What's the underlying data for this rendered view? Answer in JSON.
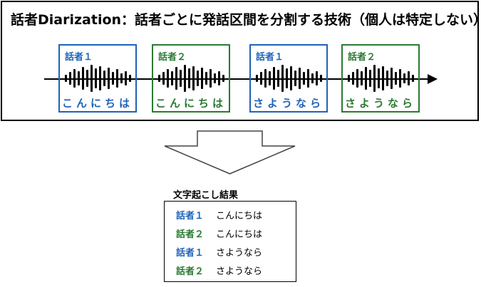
{
  "title": "話者Diarization：話者ごとに発話区間を分割する技術（個人は特定しない）",
  "colors": {
    "speaker1": "#1f63b8",
    "speaker2": "#2a7a32"
  },
  "segments": [
    {
      "speaker": "話者１",
      "text": "こんにちは",
      "color": "blue"
    },
    {
      "speaker": "話者２",
      "text": "こんにちは",
      "color": "green"
    },
    {
      "speaker": "話者１",
      "text": "さようなら",
      "color": "blue"
    },
    {
      "speaker": "話者２",
      "text": "さようなら",
      "color": "green"
    }
  ],
  "transcript": {
    "label": "文字起こし結果",
    "rows": [
      {
        "speaker": "話者１",
        "text": "こんにちは",
        "color": "blue"
      },
      {
        "speaker": "話者２",
        "text": "こんにちは",
        "color": "green"
      },
      {
        "speaker": "話者１",
        "text": "さようなら",
        "color": "blue"
      },
      {
        "speaker": "話者２",
        "text": "さようなら",
        "color": "green"
      }
    ]
  }
}
